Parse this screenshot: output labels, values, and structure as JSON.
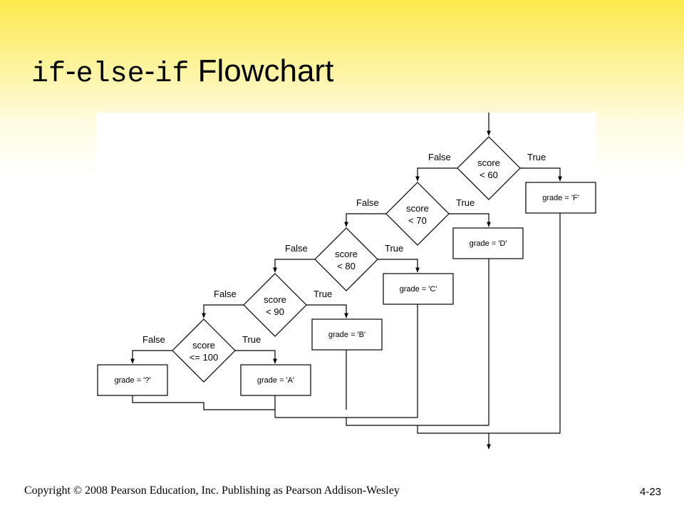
{
  "slide": {
    "title_parts": [
      "if",
      "-",
      "else",
      "-",
      "if",
      " Flowchart"
    ]
  },
  "flowchart": {
    "decisions": [
      {
        "line1": "score",
        "line2": "< 60"
      },
      {
        "line1": "score",
        "line2": "< 70"
      },
      {
        "line1": "score",
        "line2": "< 80"
      },
      {
        "line1": "score",
        "line2": "< 90"
      },
      {
        "line1": "score",
        "line2": "<= 100"
      }
    ],
    "true_branches": [
      "grade = 'F'",
      "grade = 'D'",
      "grade = 'C'",
      "grade = 'B'",
      "grade = 'A'"
    ],
    "else_branch": "grade = '?'",
    "branch_labels": {
      "false": "False",
      "true": "True"
    }
  },
  "footer": {
    "copyright": "Copyright © 2008 Pearson Education, Inc. Publishing as Pearson Addison-Wesley",
    "page_number": "4-23"
  }
}
